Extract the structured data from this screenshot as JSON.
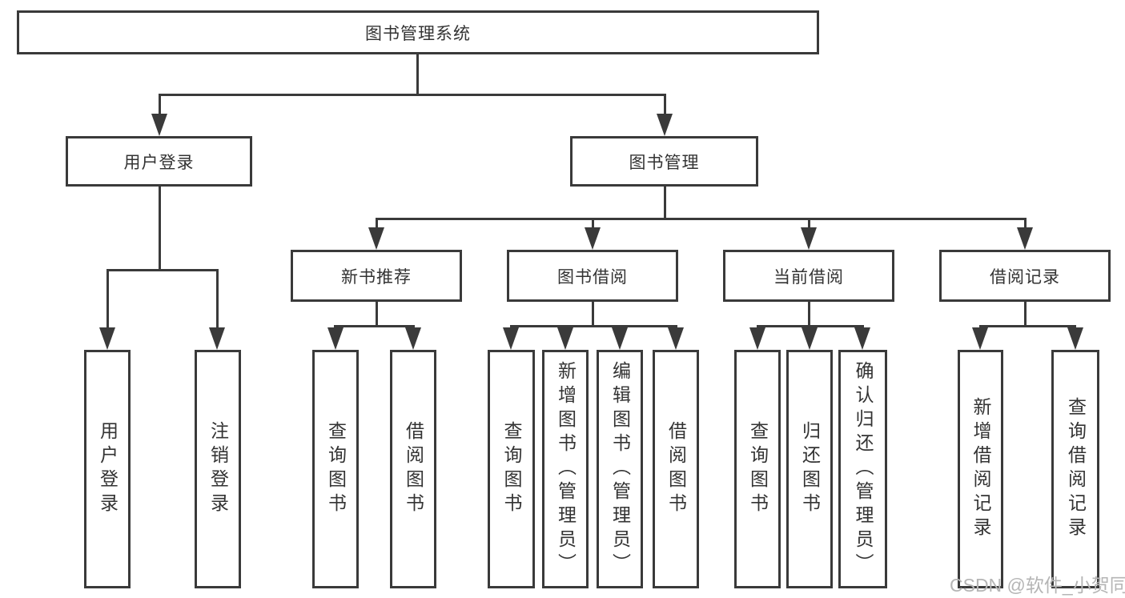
{
  "tree": {
    "root": {
      "label": "图书管理系统"
    },
    "branches": [
      {
        "label": "用户登录",
        "children": [
          "用户登录",
          "注销登录"
        ]
      },
      {
        "label": "图书管理",
        "sections": [
          {
            "label": "新书推荐",
            "children": [
              "查询图书",
              "借阅图书"
            ]
          },
          {
            "label": "图书借阅",
            "children": [
              "查询图书",
              "新增图书（管理员）",
              "编辑图书（管理员）",
              "借阅图书"
            ]
          },
          {
            "label": "当前借阅",
            "children": [
              "查询图书",
              "归还图书",
              "确认归还（管理员）"
            ]
          },
          {
            "label": "借阅记录",
            "children": [
              "新增借阅记录",
              "查询借阅记录"
            ]
          }
        ]
      }
    ]
  },
  "watermark": "CSDN @软件_小贺同学",
  "colors": {
    "line": "#3a3a3a",
    "text": "#333333",
    "background": "#ffffff",
    "watermark": "#b5b5b5"
  }
}
